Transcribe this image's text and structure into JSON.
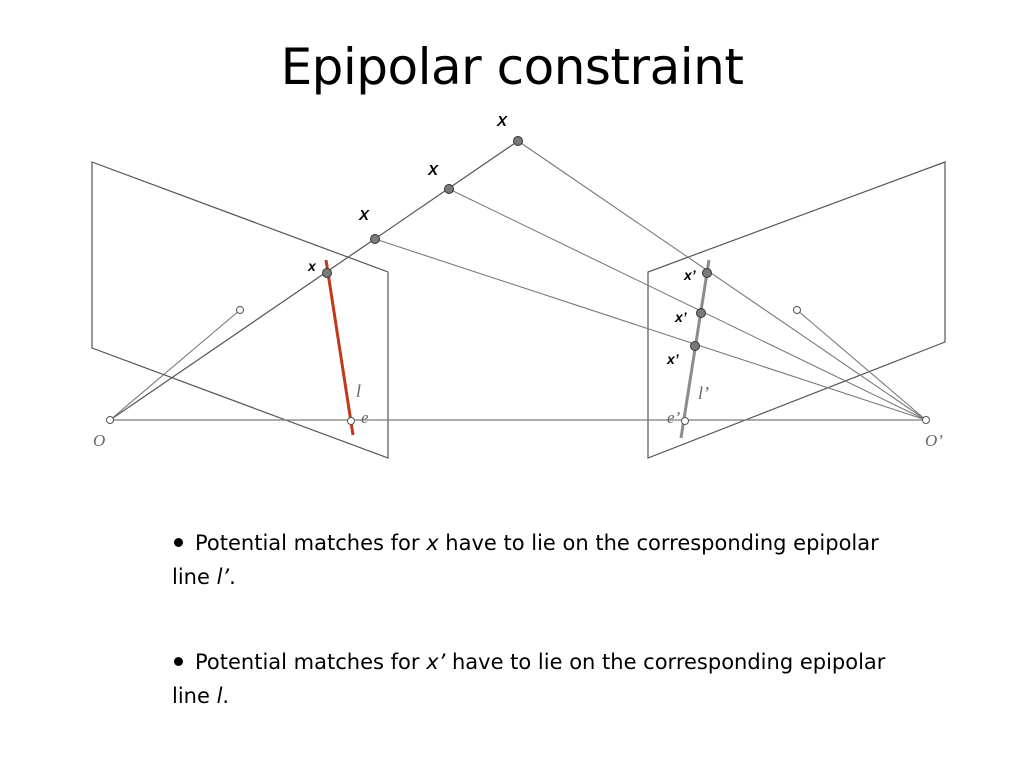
{
  "title": "Epipolar constraint",
  "diagram": {
    "point_labels_X": [
      "X",
      "X",
      "X"
    ],
    "left_image_point": "x",
    "right_image_points": [
      "x’",
      "x’",
      "x’"
    ],
    "left_center": "O",
    "right_center": "O’",
    "left_epipole": "e",
    "right_epipole": "e’",
    "left_epipolar_line": "l",
    "right_epipolar_line": "l’",
    "colors": {
      "left_epipolar_line": "#c0391b",
      "right_epipolar_line": "#8c8c8c",
      "rays": "#7a7a7a",
      "points": "#7a7a7a"
    }
  },
  "bullets": [
    {
      "before": "Potential matches for ",
      "var": "x",
      "after": " have to lie on the corresponding epipolar line ",
      "line": "l’",
      "end": "."
    },
    {
      "before": "Potential matches for ",
      "var": "x’",
      "after": " have to lie on the corresponding epipolar line ",
      "line": "l",
      "end": "."
    }
  ]
}
